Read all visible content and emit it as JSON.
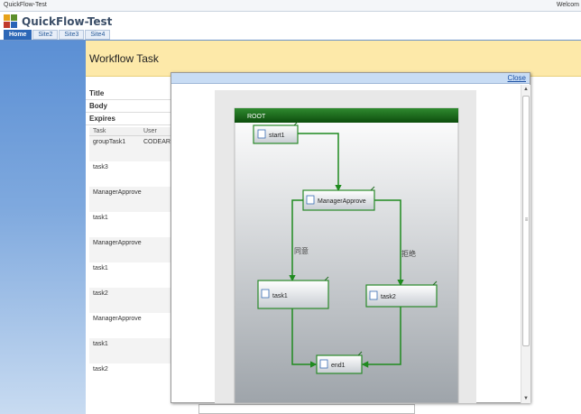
{
  "topbar": {
    "site_title": "QuickFlow-Test",
    "welcome": "Welcom"
  },
  "brand": {
    "title": "QuickFlow-Test",
    "logo_icon": "sharepoint-logo-icon"
  },
  "tabs": [
    {
      "label": "Home",
      "active": true
    },
    {
      "label": "Site2",
      "active": false
    },
    {
      "label": "Site3",
      "active": false
    },
    {
      "label": "Site4",
      "active": false
    }
  ],
  "page": {
    "title": "Workflow Task"
  },
  "fields": [
    "Title",
    "Body",
    "Expires"
  ],
  "task_table": {
    "headers": {
      "task": "Task",
      "user": "User"
    },
    "rows": [
      {
        "task": "groupTask1",
        "user": "CODEAR"
      },
      {
        "task": "task3",
        "user": ""
      },
      {
        "task": "ManagerApprove",
        "user": ""
      },
      {
        "task": "task1",
        "user": ""
      },
      {
        "task": "ManagerApprove",
        "user": ""
      },
      {
        "task": "task1",
        "user": ""
      },
      {
        "task": "task2",
        "user": ""
      },
      {
        "task": "ManagerApprove",
        "user": ""
      },
      {
        "task": "task1",
        "user": ""
      },
      {
        "task": "task2",
        "user": ""
      }
    ]
  },
  "modal": {
    "close_label": "Close"
  },
  "diagram": {
    "container_label": "ROOT",
    "nodes": {
      "start": "start1",
      "approve": "ManagerApprove",
      "task1": "task1",
      "task2": "task2",
      "end": "end1"
    },
    "edges": {
      "agree": "同意",
      "reject": "拒绝"
    },
    "colors": {
      "container_header": "#1d6b1d",
      "edge": "#1f8a1f",
      "node_border": "#2a8a2a"
    }
  }
}
